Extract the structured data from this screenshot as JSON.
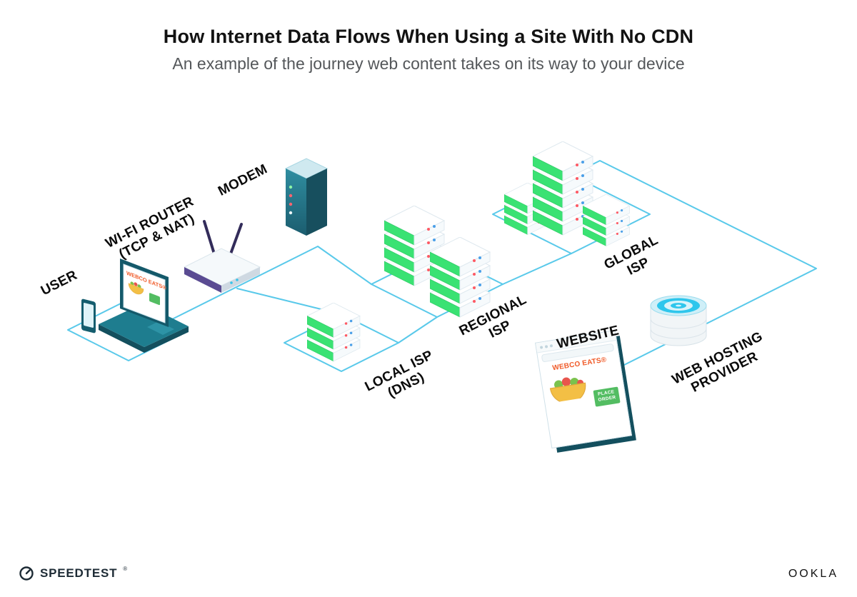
{
  "header": {
    "title": "How Internet Data Flows When Using a Site With No CDN",
    "subtitle": "An example of the journey web content takes on its way to your device"
  },
  "labels": {
    "user": "USER",
    "router_line1": "WI-FI ROUTER",
    "router_line2": "(TCP & NAT)",
    "modem": "MODEM",
    "local_isp_line1": "LOCAL ISP",
    "local_isp_line2": "(DNS)",
    "regional_isp_line1": "REGIONAL",
    "regional_isp_line2": "ISP",
    "global_isp_line1": "GLOBAL",
    "global_isp_line2": "ISP",
    "web_hosting_line1": "WEB HOSTING",
    "web_hosting_line2": "PROVIDER",
    "website": "WEBSITE"
  },
  "website_window": {
    "brand": "WEBCO EATS®",
    "order_button_line1": "PLACE",
    "order_button_line2": "ORDER"
  },
  "laptop_screen": {
    "brand": "WEBCO EATS®"
  },
  "footer": {
    "speedtest": "SPEEDTEST",
    "speedtest_mark": "®",
    "ookla": "OOKLA"
  },
  "colors": {
    "wire": "#59c9ea",
    "teal_dark": "#155d6e",
    "teal_mid": "#1e7d8f",
    "server_green": "#3ae273",
    "brand_orange": "#f05a28",
    "button_green": "#53bd62",
    "title_text": "#121212",
    "subtitle_text": "#54575a"
  }
}
